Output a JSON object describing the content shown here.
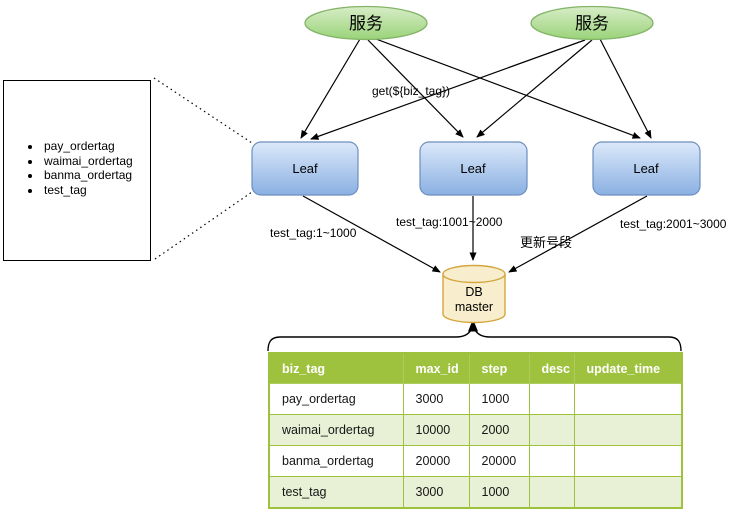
{
  "services": [
    {
      "label": "服务"
    },
    {
      "label": "服务"
    }
  ],
  "request_label": "get(${biz_tag})",
  "leaves": [
    {
      "label": "Leaf"
    },
    {
      "label": "Leaf"
    },
    {
      "label": "Leaf"
    }
  ],
  "tag_list": {
    "items": [
      "pay_ordertag",
      "waimai_ordertag",
      "banma_ordertag",
      "test_tag"
    ]
  },
  "edge_labels": {
    "leaf1_range": "test_tag:1~1000",
    "leaf2_range": "test_tag:1001~2000",
    "leaf3_range": "test_tag:2001~3000",
    "update_segment": "更新号段"
  },
  "database": {
    "name_line1": "DB",
    "name_line2": "master"
  },
  "table": {
    "headers": [
      "biz_tag",
      "max_id",
      "step",
      "desc",
      "update_time"
    ],
    "rows": [
      [
        "pay_ordertag",
        "3000",
        "1000",
        "",
        ""
      ],
      [
        "waimai_ordertag",
        "10000",
        "2000",
        "",
        ""
      ],
      [
        "banma_ordertag",
        "20000",
        "20000",
        "",
        ""
      ],
      [
        "test_tag",
        "3000",
        "1000",
        "",
        ""
      ]
    ]
  },
  "colors": {
    "service_fill_top": "#d7edc7",
    "service_fill_bottom": "#9ad379",
    "service_border": "#82b366",
    "leaf_fill_top": "#dce9fa",
    "leaf_fill_bottom": "#8ab0e2",
    "leaf_border": "#6c8ebf",
    "db_fill": "#f8eecd",
    "db_border": "#d4a53d",
    "table_header_bg": "#9ec23e",
    "table_row_alt_bg": "#e8f0d5",
    "line": "#000000"
  }
}
